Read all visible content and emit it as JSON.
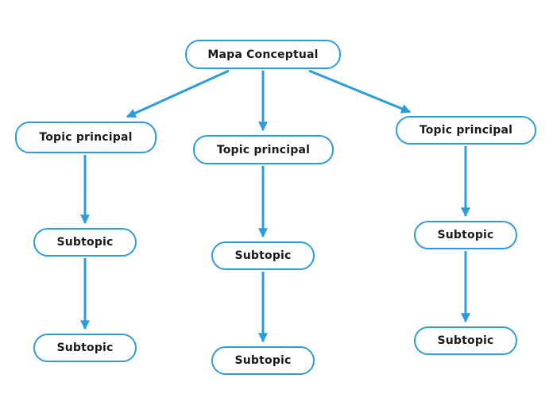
{
  "diagram": {
    "title": "Mapa Conceptual",
    "accent_color": "#2d9cdb",
    "text_color": "#1a1a1a",
    "background_color": "#ffffff",
    "nodes": {
      "root": {
        "label": "Mapa Conceptual"
      },
      "topic_left": {
        "label": "Topic principal"
      },
      "topic_middle": {
        "label": "Topic principal"
      },
      "topic_right": {
        "label": "Topic principal"
      },
      "subtopic_left_1": {
        "label": "Subtopic"
      },
      "subtopic_left_2": {
        "label": "Subtopic"
      },
      "subtopic_middle_1": {
        "label": "Subtopic"
      },
      "subtopic_middle_2": {
        "label": "Subtopic"
      },
      "subtopic_right_1": {
        "label": "Subtopic"
      },
      "subtopic_right_2": {
        "label": "Subtopic"
      }
    },
    "edges": [
      {
        "from": "root",
        "to": "topic_left"
      },
      {
        "from": "root",
        "to": "topic_middle"
      },
      {
        "from": "root",
        "to": "topic_right"
      },
      {
        "from": "topic_left",
        "to": "subtopic_left_1"
      },
      {
        "from": "subtopic_left_1",
        "to": "subtopic_left_2"
      },
      {
        "from": "topic_middle",
        "to": "subtopic_middle_1"
      },
      {
        "from": "subtopic_middle_1",
        "to": "subtopic_middle_2"
      },
      {
        "from": "topic_right",
        "to": "subtopic_right_1"
      },
      {
        "from": "subtopic_right_1",
        "to": "subtopic_right_2"
      }
    ]
  }
}
